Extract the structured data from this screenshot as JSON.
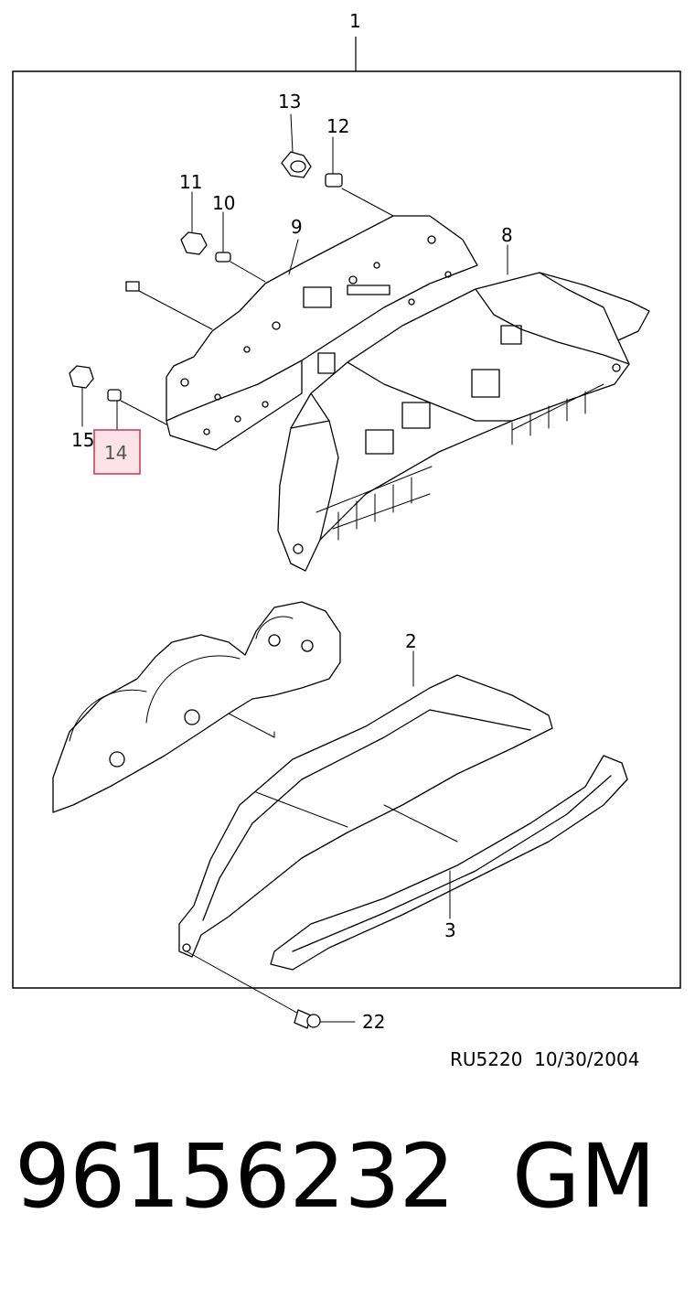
{
  "callouts": {
    "c1": "1",
    "c2": "2",
    "c3": "3",
    "c8": "8",
    "c9": "9",
    "c10": "10",
    "c11": "11",
    "c12": "12",
    "c13": "13",
    "c14": "14",
    "c15": "15",
    "c22": "22"
  },
  "highlight": {
    "color": "#d2334a",
    "fill": "#fbe3e8",
    "callout": "14"
  },
  "drawing_ref": {
    "code": "RU5220",
    "date": "10/30/2004"
  },
  "part": {
    "number": "96156232",
    "brand": "GM"
  }
}
